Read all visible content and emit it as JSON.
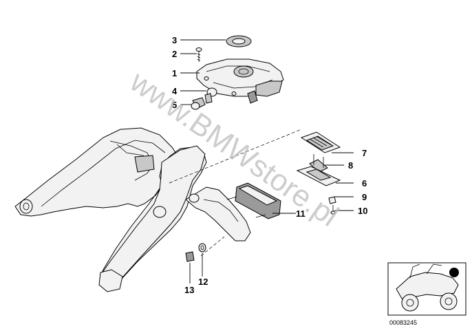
{
  "diagram": {
    "watermark": "www.BMWstore.pl",
    "reference_number": "00083245",
    "callouts": [
      {
        "id": "3",
        "label": "3"
      },
      {
        "id": "2",
        "label": "2"
      },
      {
        "id": "1",
        "label": "1"
      },
      {
        "id": "4",
        "label": "4"
      },
      {
        "id": "5",
        "label": "5"
      },
      {
        "id": "7",
        "label": "7"
      },
      {
        "id": "8",
        "label": "8"
      },
      {
        "id": "6",
        "label": "6"
      },
      {
        "id": "9",
        "label": "9"
      },
      {
        "id": "10",
        "label": "10"
      },
      {
        "id": "11",
        "label": "11"
      },
      {
        "id": "12",
        "label": "12"
      },
      {
        "id": "13",
        "label": "13"
      }
    ]
  }
}
